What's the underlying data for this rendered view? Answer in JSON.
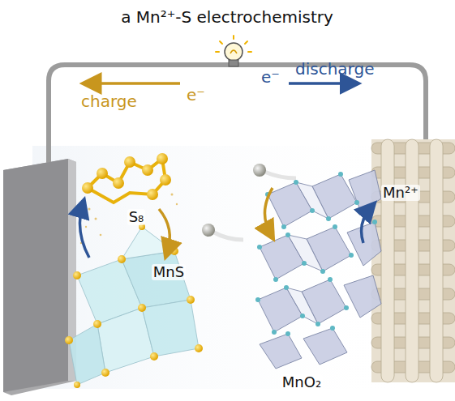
{
  "diagram": {
    "title": "a Mn²⁺-S electrochemistry",
    "labels": [
      "e⁻",
      "discharge",
      "charge",
      "e⁻",
      "S₈",
      "MnS",
      "Mn²⁺",
      "MnO₂"
    ]
  }
}
